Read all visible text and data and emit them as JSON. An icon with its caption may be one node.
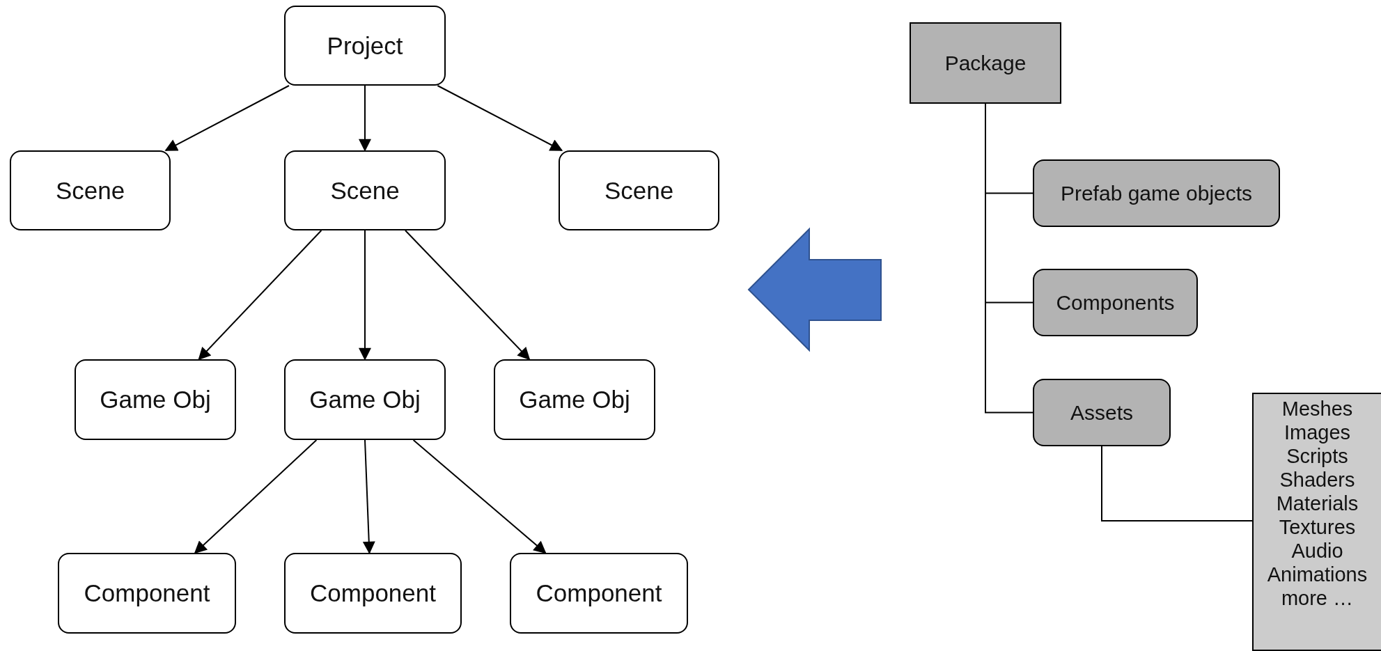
{
  "diagram": {
    "nodes": [
      {
        "text": [
          "Project"
        ]
      },
      {
        "text": [
          "Scene"
        ]
      },
      {
        "text": [
          "Scene"
        ]
      },
      {
        "text": [
          "Scene"
        ]
      },
      {
        "text": [
          "Game Obj"
        ]
      },
      {
        "text": [
          "Game Obj"
        ]
      },
      {
        "text": [
          "Game Obj"
        ]
      },
      {
        "text": [
          "Component"
        ]
      },
      {
        "text": [
          "Component"
        ]
      },
      {
        "text": [
          "Component"
        ]
      },
      {
        "text": [
          "Package"
        ]
      },
      {
        "text": [
          "Prefab game objects"
        ]
      },
      {
        "text": [
          "Components"
        ]
      },
      {
        "text": [
          "Assets"
        ]
      },
      {
        "text": [
          "Meshes",
          "Images",
          "Scripts",
          "Shaders",
          "Materials",
          "Textures",
          "Audio",
          "Animations",
          "more …"
        ]
      }
    ],
    "edges": [
      {
        "from": 0,
        "to": 1,
        "arrow": "to"
      },
      {
        "from": 0,
        "to": 2,
        "arrow": "to"
      },
      {
        "from": 0,
        "to": 3,
        "arrow": "to"
      },
      {
        "from": 2,
        "to": 4,
        "arrow": "to"
      },
      {
        "from": 2,
        "to": 5,
        "arrow": "to"
      },
      {
        "from": 2,
        "to": 6,
        "arrow": "to"
      },
      {
        "from": 5,
        "to": 7,
        "arrow": "to"
      },
      {
        "from": 5,
        "to": 8,
        "arrow": "to"
      },
      {
        "from": 5,
        "to": 9,
        "arrow": "to"
      },
      {
        "from": 10,
        "to": 11,
        "arrow": "none"
      },
      {
        "from": 10,
        "to": 12,
        "arrow": "none"
      },
      {
        "from": 10,
        "to": 13,
        "arrow": "none"
      },
      {
        "from": 13,
        "to": 14,
        "arrow": "none"
      }
    ]
  }
}
